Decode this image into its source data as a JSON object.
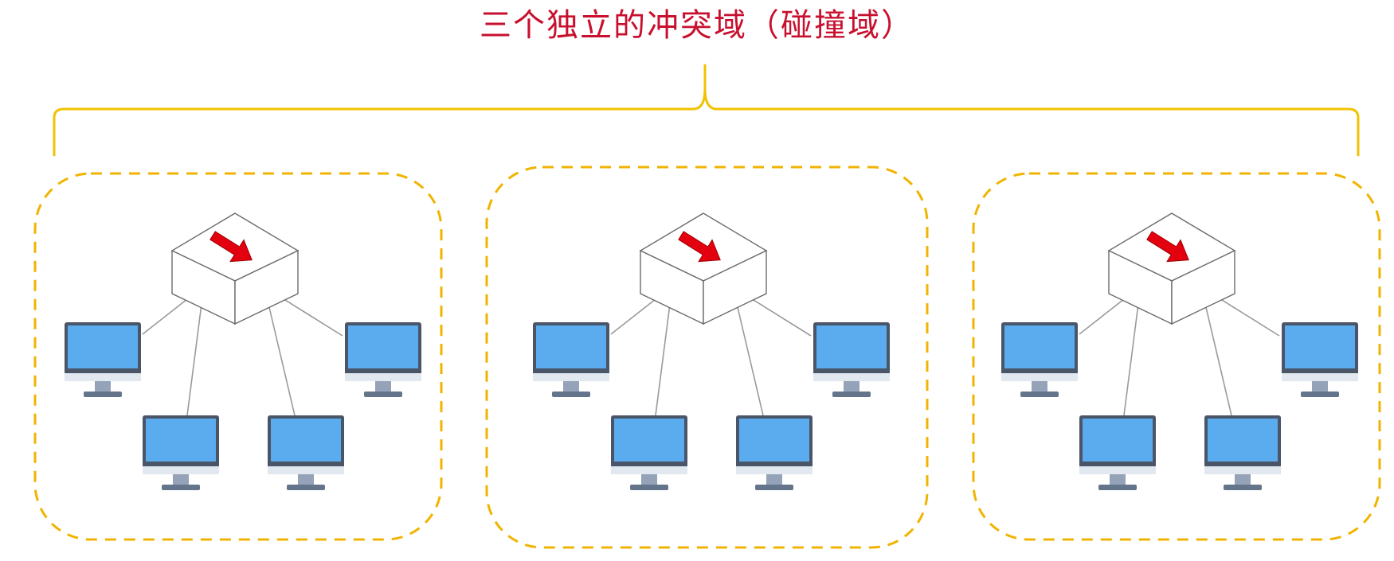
{
  "title": "三个独立的冲突域（碰撞域）",
  "colors": {
    "title": "#c8102e",
    "brace": "#f2c200",
    "domain_border": "#f0b400",
    "monitor_screen": "#5aacef",
    "monitor_frame": "#4a5568",
    "monitor_stand": "#94a3b8",
    "switch_arrow": "#e3000f",
    "cable": "#9a9a9a"
  },
  "domains": [
    {
      "name": "collision-domain-1",
      "switch": {
        "icon": "hub-switch-icon",
        "arrow_icon": "red-arrow-icon"
      },
      "computers": [
        "computer-icon",
        "computer-icon",
        "computer-icon",
        "computer-icon"
      ]
    },
    {
      "name": "collision-domain-2",
      "switch": {
        "icon": "hub-switch-icon",
        "arrow_icon": "red-arrow-icon"
      },
      "computers": [
        "computer-icon",
        "computer-icon",
        "computer-icon",
        "computer-icon"
      ]
    },
    {
      "name": "collision-domain-3",
      "switch": {
        "icon": "hub-switch-icon",
        "arrow_icon": "red-arrow-icon"
      },
      "computers": [
        "computer-icon",
        "computer-icon",
        "computer-icon",
        "computer-icon"
      ]
    }
  ]
}
